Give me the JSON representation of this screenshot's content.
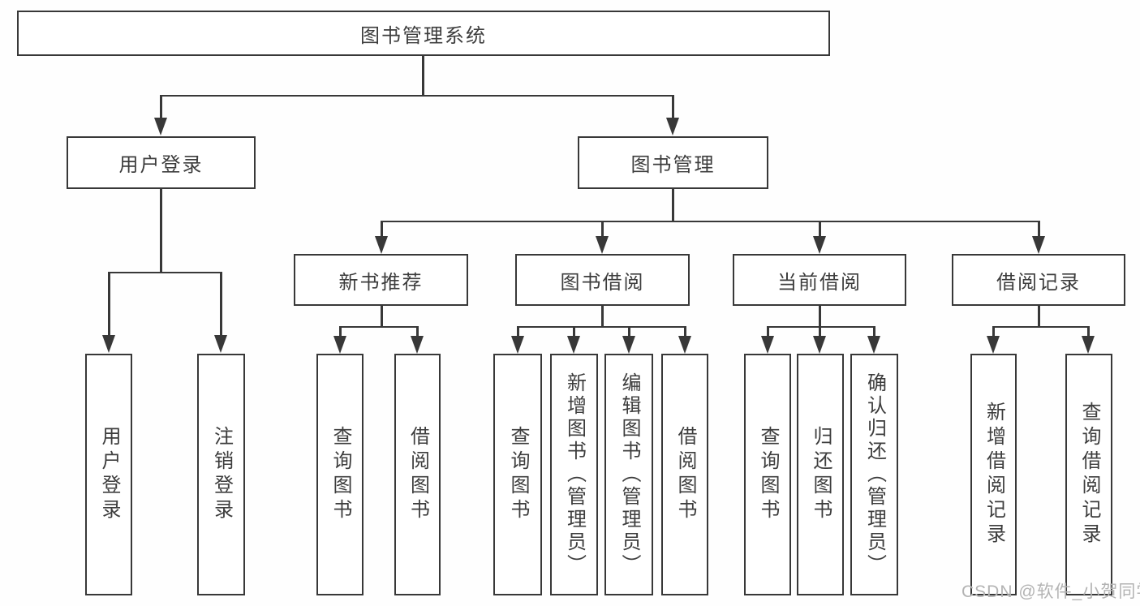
{
  "page": {
    "background": "#fefefe",
    "line_color": "#383838",
    "text_color": "#3d3d3d",
    "watermark": {
      "text": "CSDN @软件_小贺同学",
      "color": "#b3b3b3"
    }
  },
  "tree": {
    "root": {
      "label": "图书管理系统"
    },
    "branches": [
      {
        "label": "用户登录",
        "children": [
          {
            "label": "用户登录"
          },
          {
            "label": "注销登录"
          }
        ]
      },
      {
        "label": "图书管理",
        "children": [
          {
            "label": "新书推荐",
            "children": [
              {
                "label": "查询图书"
              },
              {
                "label": "借阅图书"
              }
            ]
          },
          {
            "label": "图书借阅",
            "children": [
              {
                "label": "查询图书"
              },
              {
                "label": "新增图书（管理员）"
              },
              {
                "label": "编辑图书（管理员）"
              },
              {
                "label": "借阅图书"
              }
            ]
          },
          {
            "label": "当前借阅",
            "children": [
              {
                "label": "查询图书"
              },
              {
                "label": "归还图书"
              },
              {
                "label": "确认归还（管理员）"
              }
            ]
          },
          {
            "label": "借阅记录",
            "children": [
              {
                "label": "新增借阅记录"
              },
              {
                "label": "查询借阅记录"
              }
            ]
          }
        ]
      }
    ]
  }
}
